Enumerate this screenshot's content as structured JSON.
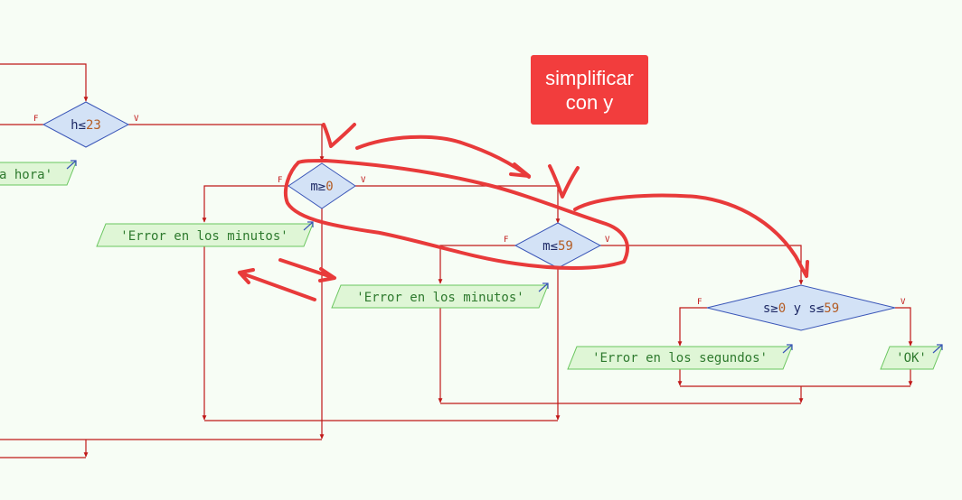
{
  "colors": {
    "background": "#f7fdf5",
    "flow_line": "#c01818",
    "decision_fill": "#d3e2f6",
    "decision_stroke": "#3a56b8",
    "io_fill": "#dff6d6",
    "io_stroke": "#6ac65f",
    "io_text": "#2e7a2e",
    "number": "#b35c24",
    "annotation": "#e83a3a",
    "note_bg": "#f23d3d",
    "note_text": "#ffffff"
  },
  "decisions": {
    "hour": {
      "var": "h≤",
      "num": "23",
      "false_label": "F",
      "true_label": "V"
    },
    "min_ge": {
      "var": "m≥",
      "num": "0",
      "false_label": "F",
      "true_label": "V"
    },
    "min_le": {
      "var": "m≤",
      "num": "59",
      "false_label": "F",
      "true_label": "V"
    },
    "sec": {
      "var": "s≥",
      "num": "0",
      "mid": " y s≤",
      "num2": "59",
      "false_label": "F",
      "true_label": "V"
    }
  },
  "outputs": {
    "hour_error": "a hora'",
    "minutes_error_1": "'Error en los minutos'",
    "minutes_error_2": "'Error en los minutos'",
    "seconds_error": "'Error en los segundos'",
    "ok": "'OK'"
  },
  "note": {
    "line1": "simplificar",
    "line2": "con y"
  },
  "annotation_icons": [
    "checkmark-icon",
    "checkmark-icon",
    "arrow-icon",
    "double-arrow-icon"
  ]
}
